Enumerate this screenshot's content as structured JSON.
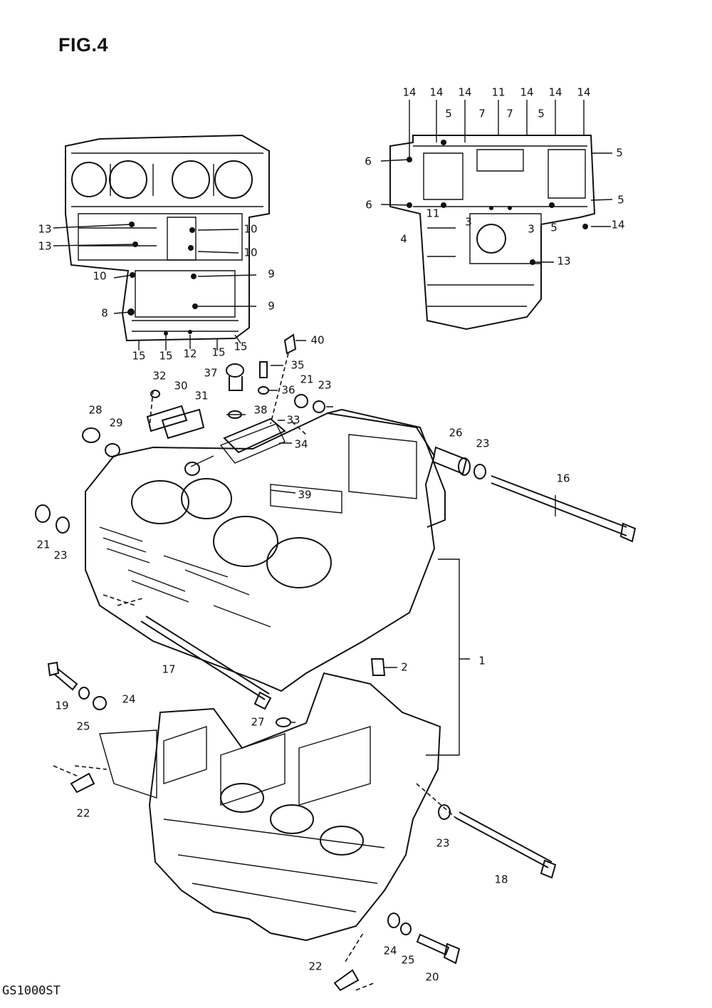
{
  "figure": {
    "title": "FIG.4",
    "model": "GS1000ST"
  },
  "callouts": [
    {
      "id": "c14a",
      "text": "14"
    },
    {
      "id": "c14b",
      "text": "14"
    },
    {
      "id": "c14c",
      "text": "14"
    },
    {
      "id": "c11a",
      "text": "11"
    },
    {
      "id": "c14d",
      "text": "14"
    },
    {
      "id": "c14e",
      "text": "14"
    },
    {
      "id": "c14f",
      "text": "14"
    },
    {
      "id": "c5a",
      "text": "5"
    },
    {
      "id": "c7a",
      "text": "7"
    },
    {
      "id": "c7b",
      "text": "7"
    },
    {
      "id": "c5b",
      "text": "5"
    },
    {
      "id": "c6a",
      "text": "6"
    },
    {
      "id": "c5c",
      "text": "5"
    },
    {
      "id": "c6b",
      "text": "6"
    },
    {
      "id": "c5d",
      "text": "5"
    },
    {
      "id": "c11b",
      "text": "11"
    },
    {
      "id": "c3a",
      "text": "3"
    },
    {
      "id": "c3b",
      "text": "3"
    },
    {
      "id": "c5e",
      "text": "5"
    },
    {
      "id": "c14g",
      "text": "14"
    },
    {
      "id": "c4",
      "text": "4"
    },
    {
      "id": "c13c",
      "text": "13"
    },
    {
      "id": "c13a",
      "text": "13"
    },
    {
      "id": "c13b",
      "text": "13"
    },
    {
      "id": "c10a",
      "text": "10"
    },
    {
      "id": "c10b",
      "text": "10"
    },
    {
      "id": "c10c",
      "text": "10"
    },
    {
      "id": "c9a",
      "text": "9"
    },
    {
      "id": "c8",
      "text": "8"
    },
    {
      "id": "c9b",
      "text": "9"
    },
    {
      "id": "c15a",
      "text": "15"
    },
    {
      "id": "c15b",
      "text": "15"
    },
    {
      "id": "c12",
      "text": "12"
    },
    {
      "id": "c15c",
      "text": "15"
    },
    {
      "id": "c15d",
      "text": "15"
    },
    {
      "id": "c40",
      "text": "40"
    },
    {
      "id": "c37",
      "text": "37"
    },
    {
      "id": "c35",
      "text": "35"
    },
    {
      "id": "c36",
      "text": "36"
    },
    {
      "id": "c21a",
      "text": "21"
    },
    {
      "id": "c23a",
      "text": "23"
    },
    {
      "id": "c32",
      "text": "32"
    },
    {
      "id": "c30",
      "text": "30"
    },
    {
      "id": "c31",
      "text": "31"
    },
    {
      "id": "c28",
      "text": "28"
    },
    {
      "id": "c29",
      "text": "29"
    },
    {
      "id": "c38",
      "text": "38"
    },
    {
      "id": "c33",
      "text": "33"
    },
    {
      "id": "c34",
      "text": "34"
    },
    {
      "id": "c26",
      "text": "26"
    },
    {
      "id": "c23b",
      "text": "23"
    },
    {
      "id": "c16",
      "text": "16"
    },
    {
      "id": "c39",
      "text": "39"
    },
    {
      "id": "c21b",
      "text": "21"
    },
    {
      "id": "c23c",
      "text": "23"
    },
    {
      "id": "c1",
      "text": "1"
    },
    {
      "id": "c2",
      "text": "2"
    },
    {
      "id": "c17",
      "text": "17"
    },
    {
      "id": "c19",
      "text": "19"
    },
    {
      "id": "c25a",
      "text": "25"
    },
    {
      "id": "c24a",
      "text": "24"
    },
    {
      "id": "c27",
      "text": "27"
    },
    {
      "id": "c22a",
      "text": "22"
    },
    {
      "id": "c23d",
      "text": "23"
    },
    {
      "id": "c18",
      "text": "18"
    },
    {
      "id": "c24b",
      "text": "24"
    },
    {
      "id": "c25b",
      "text": "25"
    },
    {
      "id": "c20",
      "text": "20"
    },
    {
      "id": "c22b",
      "text": "22"
    }
  ]
}
